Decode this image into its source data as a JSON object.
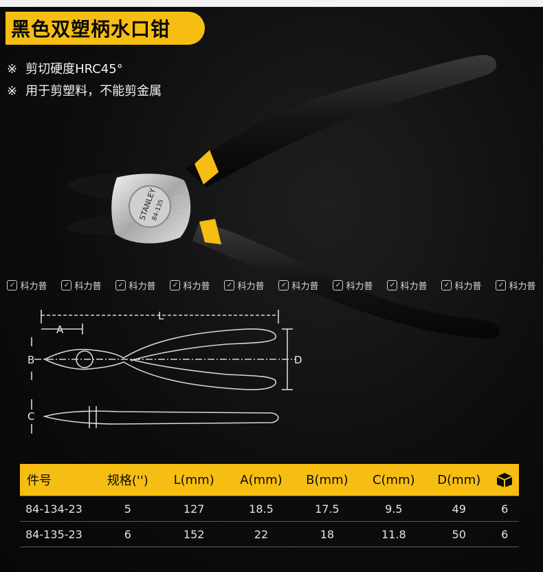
{
  "title": "黑色双塑柄水口钳",
  "features": [
    {
      "mark": "※",
      "text": "剪切硬度HRC45°"
    },
    {
      "mark": "※",
      "text": "用于剪塑料，不能剪金属"
    }
  ],
  "product_engraving": {
    "brand": "STANLEY",
    "model": "84-135"
  },
  "watermark": {
    "text": "科力普",
    "icon": "kelipu-logo-icon",
    "count": 10
  },
  "diagram_labels": {
    "L": "L",
    "A": "A",
    "B": "B",
    "C": "C",
    "D": "D"
  },
  "table": {
    "headers": [
      "件号",
      "规格('')",
      "L(mm)",
      "A(mm)",
      "B(mm)",
      "C(mm)",
      "D(mm)"
    ],
    "pack_icon": "box-icon",
    "rows": [
      [
        "84-134-23",
        "5",
        "127",
        "18.5",
        "17.5",
        "9.5",
        "49",
        "6"
      ],
      [
        "84-135-23",
        "6",
        "152",
        "22",
        "18",
        "11.8",
        "50",
        "6"
      ]
    ]
  },
  "colors": {
    "accent": "#f6be12",
    "background": "#0b0b0b",
    "handle": "#1a1a1a"
  }
}
